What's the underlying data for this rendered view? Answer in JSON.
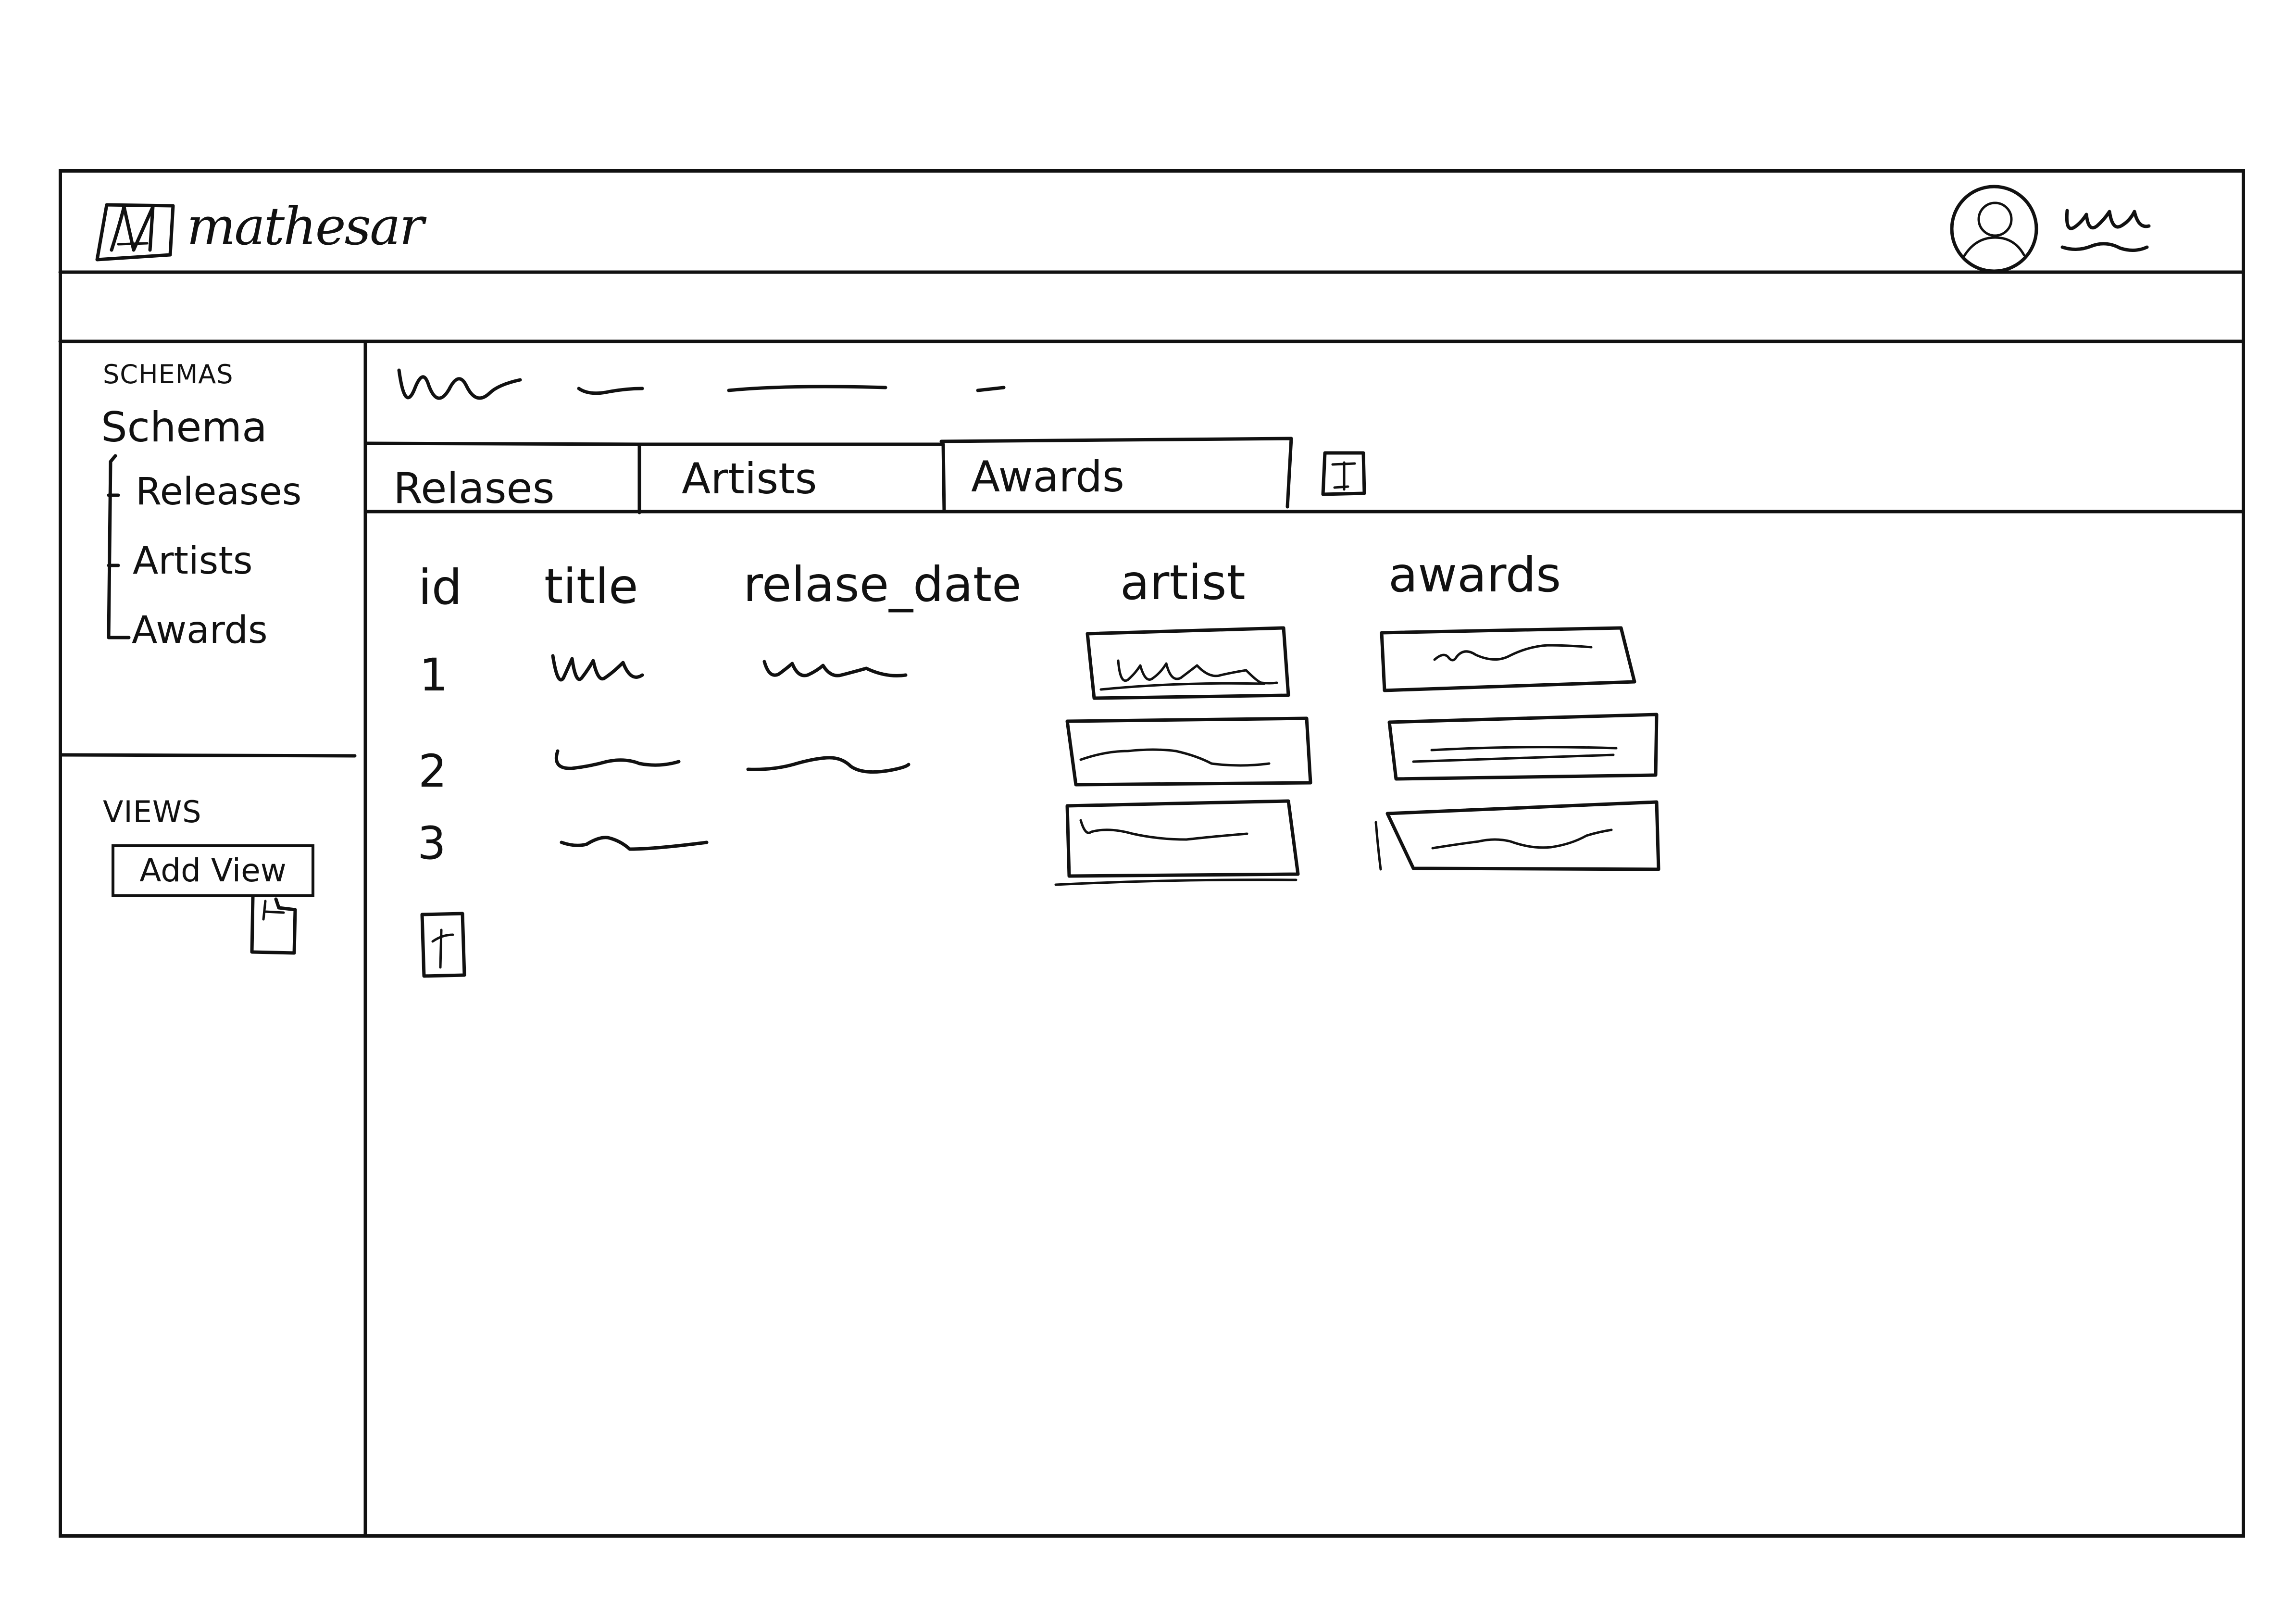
{
  "app": {
    "logo_text": "mathesar",
    "logo_mark": "M",
    "icons": {
      "user": "user-circle-icon",
      "pointer": "hand-pointer-icon",
      "add": "plus-icon"
    }
  },
  "sidebar": {
    "schemas_heading": "SCHEMAS",
    "schema_name": "Schema",
    "tables": [
      {
        "label": "Releases"
      },
      {
        "label": "Artists"
      },
      {
        "label": "Awards"
      }
    ],
    "views_heading": "VIEWS",
    "add_view_label": "Add View"
  },
  "tabs": [
    {
      "label": "Relases",
      "active": true
    },
    {
      "label": "Artists",
      "active": false
    },
    {
      "label": "Awards",
      "active": false
    }
  ],
  "table": {
    "columns": [
      "id",
      "title",
      "relase_date",
      "artist",
      "awards"
    ],
    "rows": [
      {
        "id": "1"
      },
      {
        "id": "2"
      },
      {
        "id": "3"
      }
    ]
  }
}
